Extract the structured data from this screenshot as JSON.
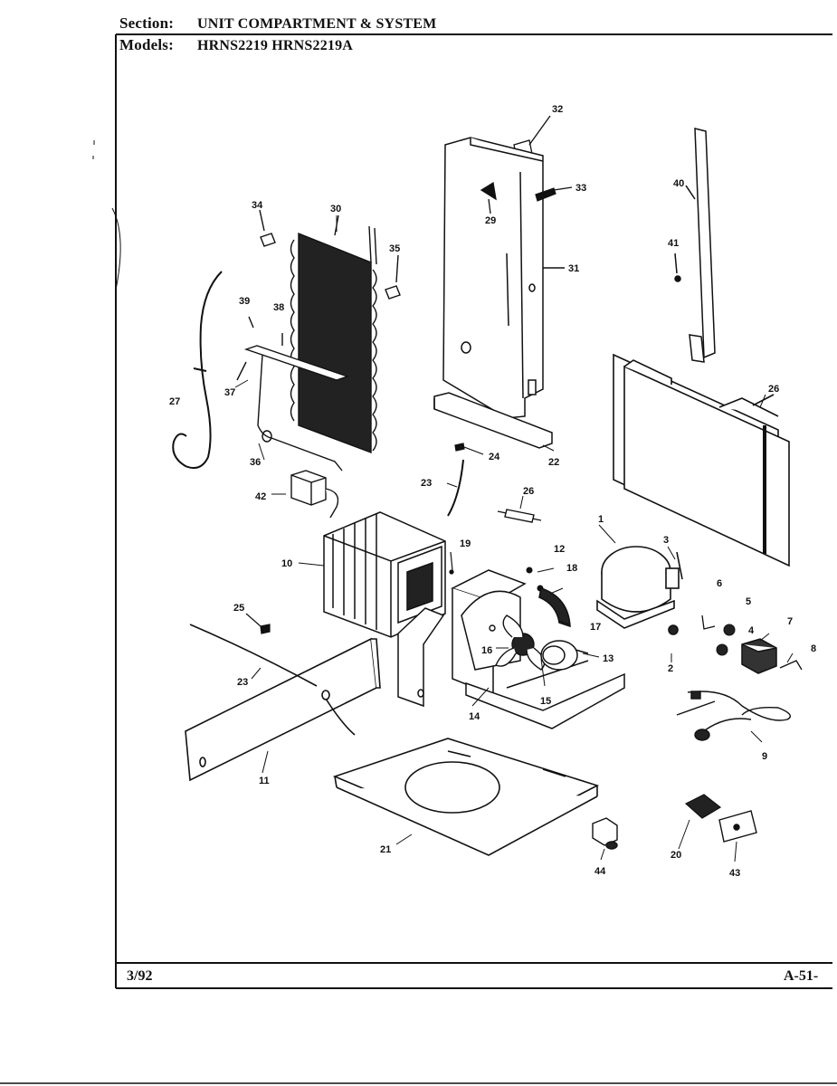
{
  "header": {
    "section_label": "Section:",
    "section_title": "UNIT COMPARTMENT & SYSTEM",
    "models_label": "Models:",
    "models_value": "HRNS2219  HRNS2219A"
  },
  "footer": {
    "date": "3/92",
    "page_ref": "A-51-"
  },
  "callouts": {
    "c1": "1",
    "c2": "2",
    "c3": "3",
    "c4": "4",
    "c5": "5",
    "c6": "6",
    "c7": "7",
    "c8": "8",
    "c9": "9",
    "c10": "10",
    "c11": "11",
    "c12": "12",
    "c13": "13",
    "c14": "14",
    "c15": "15",
    "c16": "16",
    "c17": "17",
    "c18": "18",
    "c19": "19",
    "c20": "20",
    "c21": "21",
    "c22": "22",
    "c23a": "23",
    "c23b": "23",
    "c24": "24",
    "c25": "25",
    "c26a": "26",
    "c26b": "26",
    "c27": "27",
    "c29": "29",
    "c30": "30",
    "c31": "31",
    "c32": "32",
    "c33": "33",
    "c34": "34",
    "c35": "35",
    "c36": "36",
    "c37": "37",
    "c38": "38",
    "c39": "39",
    "c40": "40",
    "c41": "41",
    "c42": "42",
    "c43": "43",
    "c44": "44"
  }
}
